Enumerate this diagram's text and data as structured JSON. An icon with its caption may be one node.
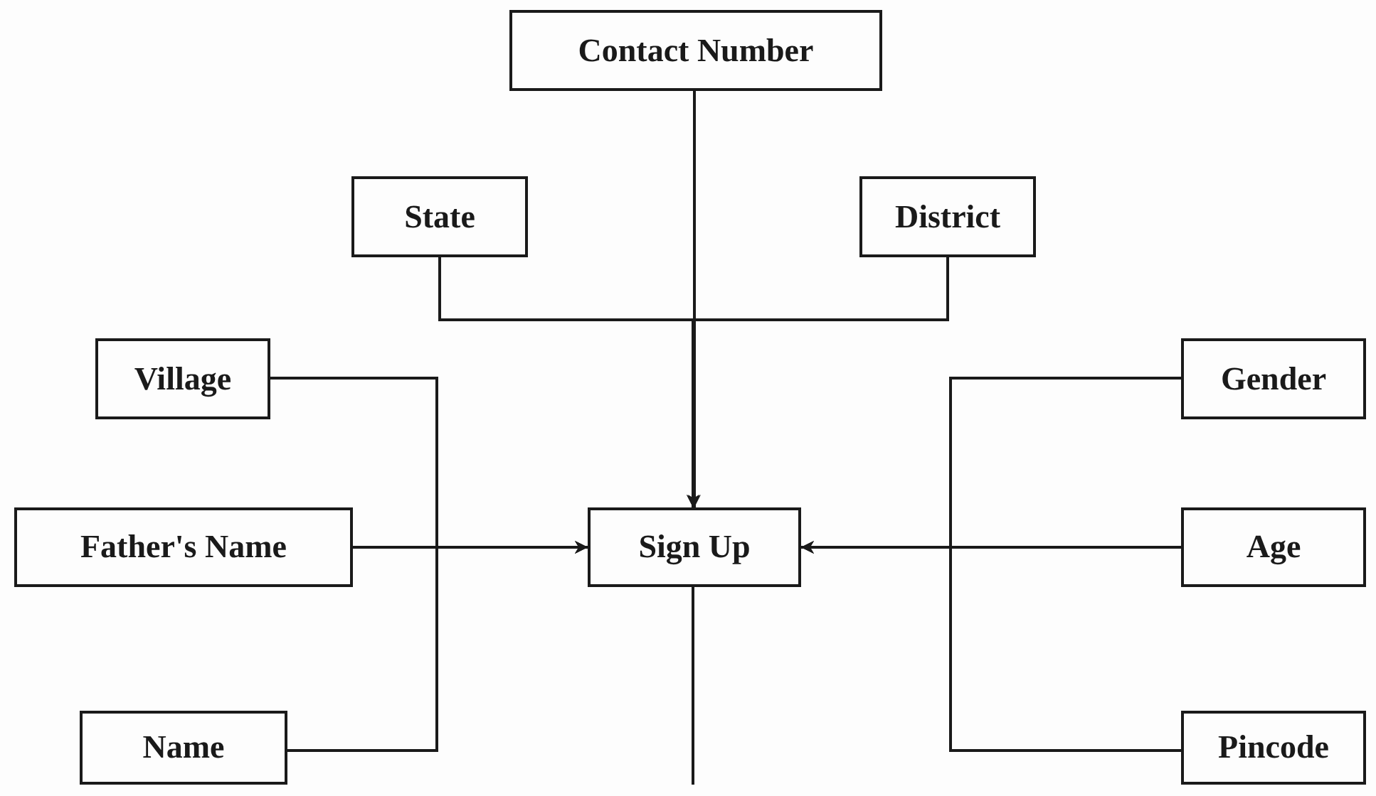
{
  "diagram": {
    "nodes": [
      {
        "text": [
          "Contact Number"
        ]
      },
      {
        "text": [
          "State"
        ]
      },
      {
        "text": [
          "District"
        ]
      },
      {
        "text": [
          "Village"
        ]
      },
      {
        "text": [
          "Gender"
        ]
      },
      {
        "text": [
          "Father's Name"
        ]
      },
      {
        "text": [
          "Sign Up"
        ]
      },
      {
        "text": [
          "Age"
        ]
      },
      {
        "text": [
          "Name"
        ]
      },
      {
        "text": [
          "Pincode"
        ]
      }
    ],
    "edges": [
      {
        "from": 0,
        "to": 6,
        "arrow": "to"
      },
      {
        "from": 1,
        "to": 6,
        "arrow": "to"
      },
      {
        "from": 2,
        "to": 6,
        "arrow": "to"
      },
      {
        "from": 3,
        "to": 6,
        "arrow": "to"
      },
      {
        "from": 5,
        "to": 6,
        "arrow": "to"
      },
      {
        "from": 8,
        "to": 6,
        "arrow": "to"
      },
      {
        "from": 4,
        "to": 6,
        "arrow": "to"
      },
      {
        "from": 7,
        "to": 6,
        "arrow": "to"
      },
      {
        "from": 9,
        "to": 6,
        "arrow": "to"
      },
      {
        "from": 6,
        "to": null,
        "arrow": "none"
      }
    ]
  }
}
